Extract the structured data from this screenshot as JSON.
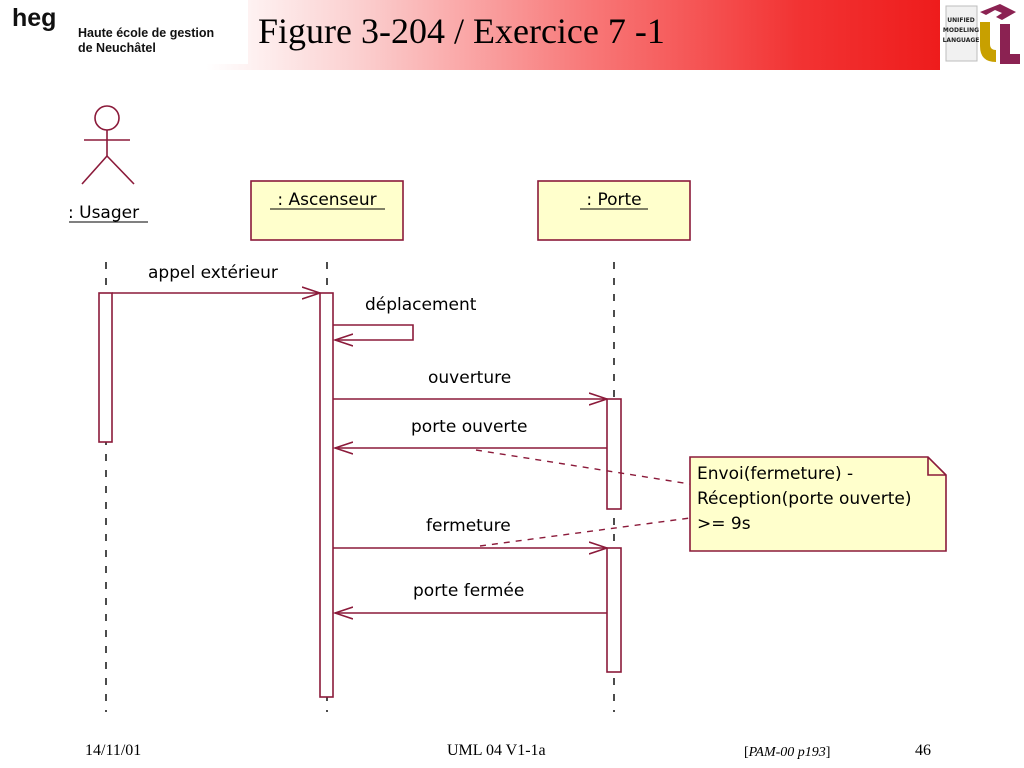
{
  "header": {
    "logo": "heg",
    "school_line1": "Haute école de gestion",
    "school_line2": "de Neuchâtel",
    "title": "Figure 3-204 / Exercice 7 -1",
    "uml_logo_lines": [
      "UNIFIED",
      "MODELING",
      "LANGUAGE"
    ]
  },
  "diagram": {
    "actor": ": Usager",
    "objects": [
      ": Ascenseur",
      ": Porte"
    ],
    "messages": [
      "appel extérieur",
      "déplacement",
      "ouverture",
      "porte ouverte",
      "fermeture",
      "porte fermée"
    ],
    "note_lines": [
      "Envoi(fermeture) -",
      "Réception(porte ouverte)",
      ">= 9s"
    ],
    "colors": {
      "line": "#8b1a3a",
      "object_fill": "#ffffcc",
      "note_fill": "#ffffcc",
      "header_red": "#ee1c1c"
    }
  },
  "footer": {
    "date": "14/11/01",
    "course": "UML 04 V1-1a",
    "reference_prefix": "[",
    "reference": "PAM-00 p193",
    "reference_suffix": "]",
    "page": "46"
  }
}
